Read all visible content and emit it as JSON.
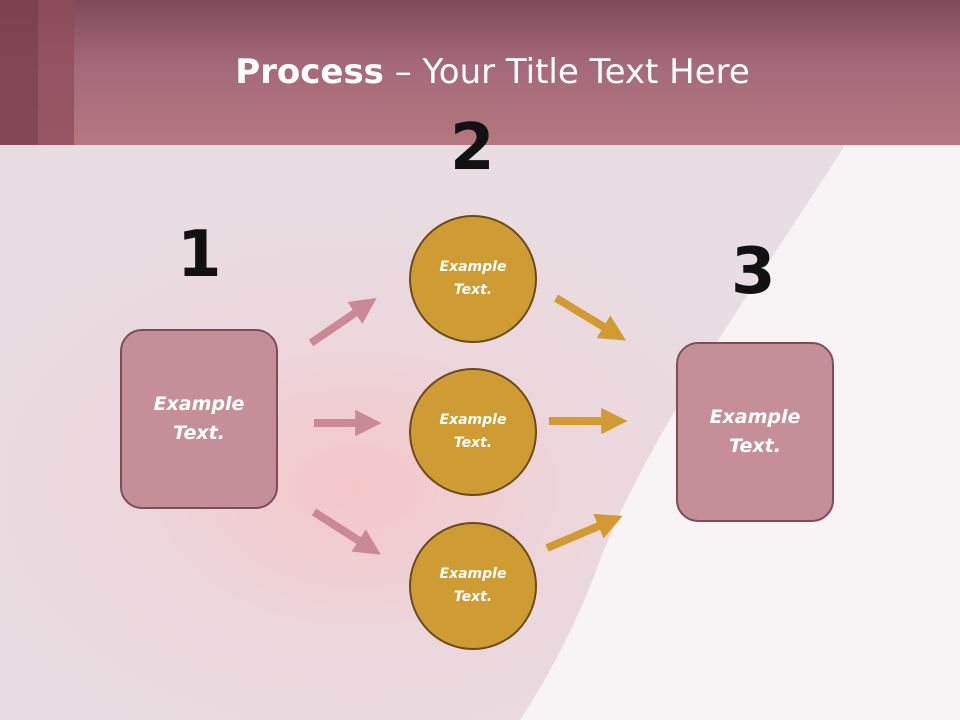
{
  "slide": {
    "title_bold": "Process",
    "title_rest": " – Your Title Text Here",
    "steps": [
      "1",
      "2",
      "3"
    ],
    "left_box_text": "Example\nText.",
    "circles": [
      "Example\nText.",
      "Example\nText.",
      "Example\nText."
    ],
    "right_box_text": "Example\nText."
  },
  "colors": {
    "header": "#b4777f",
    "box_fill": "#c58f99",
    "circle_fill": "#cf9c33",
    "pink_arrow": "#c98995",
    "gold_arrow": "#d29b31"
  }
}
